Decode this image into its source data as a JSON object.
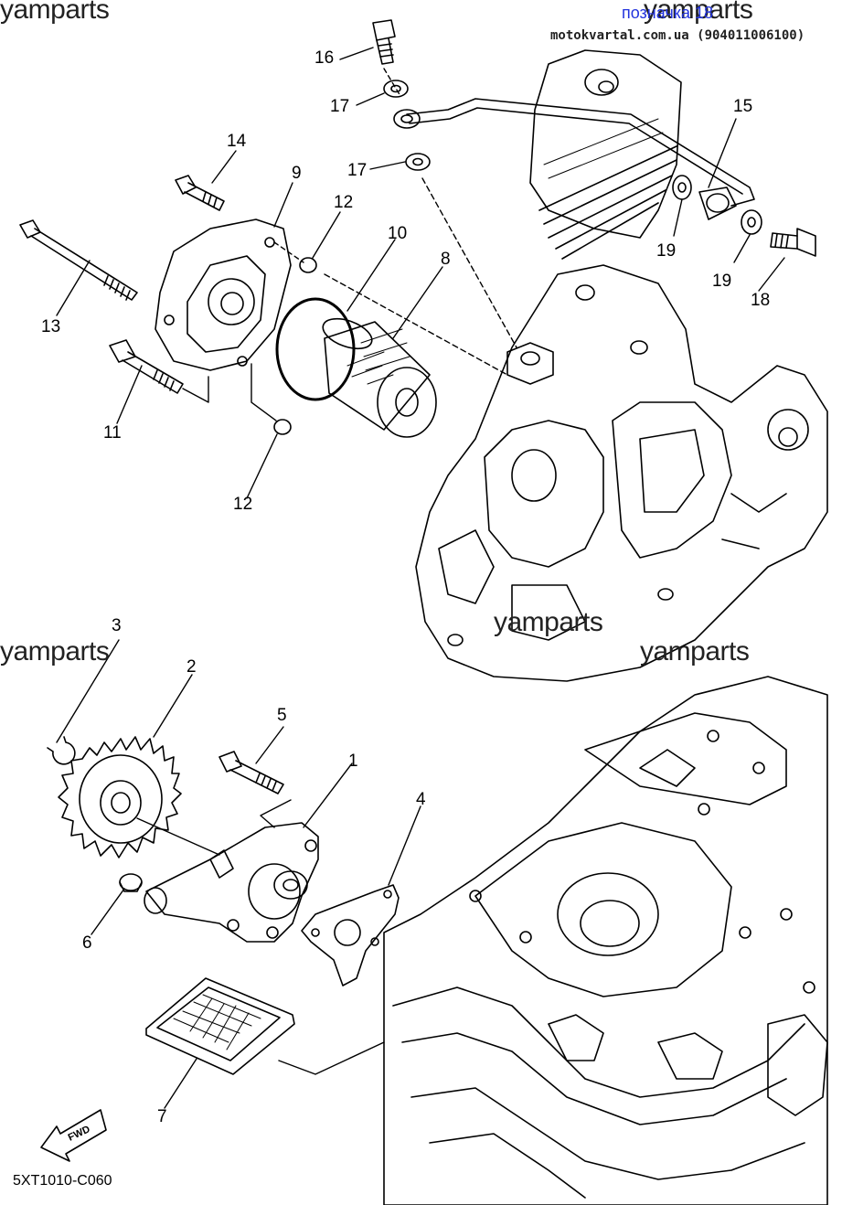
{
  "watermarks": [
    "yamparts",
    "yamparts",
    "yamparts",
    "yamparts",
    "yamparts"
  ],
  "header": {
    "link_text": "позначка 18",
    "site_text": "motokvartal.com.ua (904011006100)"
  },
  "callouts": [
    "16",
    "17",
    "17",
    "15",
    "14",
    "9",
    "12",
    "10",
    "8",
    "19",
    "19",
    "18",
    "13",
    "11",
    "12",
    "3",
    "2",
    "5",
    "1",
    "4",
    "6",
    "7"
  ],
  "diagram_code": "5XT1010-C060",
  "fwd_label": "FWD"
}
